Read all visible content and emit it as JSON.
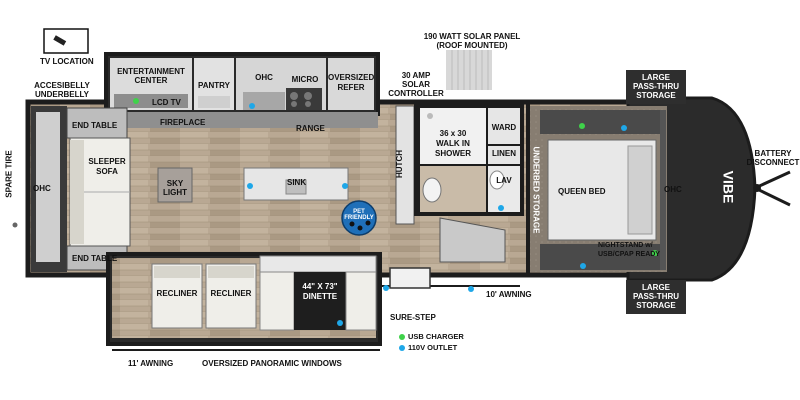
{
  "labels": {
    "tv_location": "TV LOCATION",
    "accessible_underbelly_1": "ACCESIBELLY",
    "accessible_underbelly_2": "UNDERBELLY",
    "entertainment_center_1": "ENTERTAINMENT",
    "entertainment_center_2": "CENTER",
    "pantry": "PANTRY",
    "ohc": "OHC",
    "micro": "MICRO",
    "oversized_refer_1": "OVERSIZED",
    "oversized_refer_2": "REFER",
    "solar_controller_1": "30 AMP",
    "solar_controller_2": "SOLAR",
    "solar_controller_3": "CONTROLLER",
    "solar_panel_1": "190 WATT SOLAR PANEL",
    "solar_panel_2": "(ROOF MOUNTED)",
    "lcd_tv": "LCD TV",
    "fireplace": "FIREPLACE",
    "range": "RANGE",
    "end_table": "END TABLE",
    "spare_tire": "SPARE TIRE",
    "sleeper_sofa_1": "SLEEPER",
    "sleeper_sofa_2": "SOFA",
    "sky_light_1": "SKY",
    "sky_light_2": "LIGHT",
    "sink": "SINK",
    "hutch": "HUTCH",
    "shower_1": "36 x 30",
    "shower_2": "WALK IN",
    "shower_3": "SHOWER",
    "ward": "WARD",
    "linen": "LINEN",
    "lav": "LAV",
    "underbed_storage": "UNDERBED STORAGE",
    "queen_bed": "QUEEN BED",
    "nightstand_1": "NIGHTSTAND w/",
    "nightstand_2": "USB/CPAP READY",
    "pass_thru_1": "LARGE",
    "pass_thru_2": "PASS-THRU",
    "pass_thru_3": "STORAGE",
    "battery_1": "BATTERY",
    "battery_2": "DISCONNECT",
    "pet_1": "PET",
    "pet_2": "FRIENDLY",
    "recliner": "RECLINER",
    "dinette_1": "44\" X 73\"",
    "dinette_2": "DINETTE",
    "sure_step": "SURE-STEP",
    "awning_10": "10' AWNING",
    "awning_11": "11' AWNING",
    "panoramic_windows": "OVERSIZED PANORAMIC WINDOWS",
    "brand": "VIBE"
  },
  "legend": [
    {
      "label": "USB CHARGER",
      "color": "#3fd24a"
    },
    {
      "label": "110V OUTLET",
      "color": "#1ea7e8"
    }
  ],
  "colors": {
    "wall": "#1c1c1c",
    "floor_wood": "#b7a692",
    "bedroom_floor": "#8c8378",
    "counter": "#8d8d8d",
    "sofa": "#efeee9",
    "usb": "#3fd24a",
    "outlet": "#1ea7e8",
    "pet_badge": "#1f6fb8"
  }
}
